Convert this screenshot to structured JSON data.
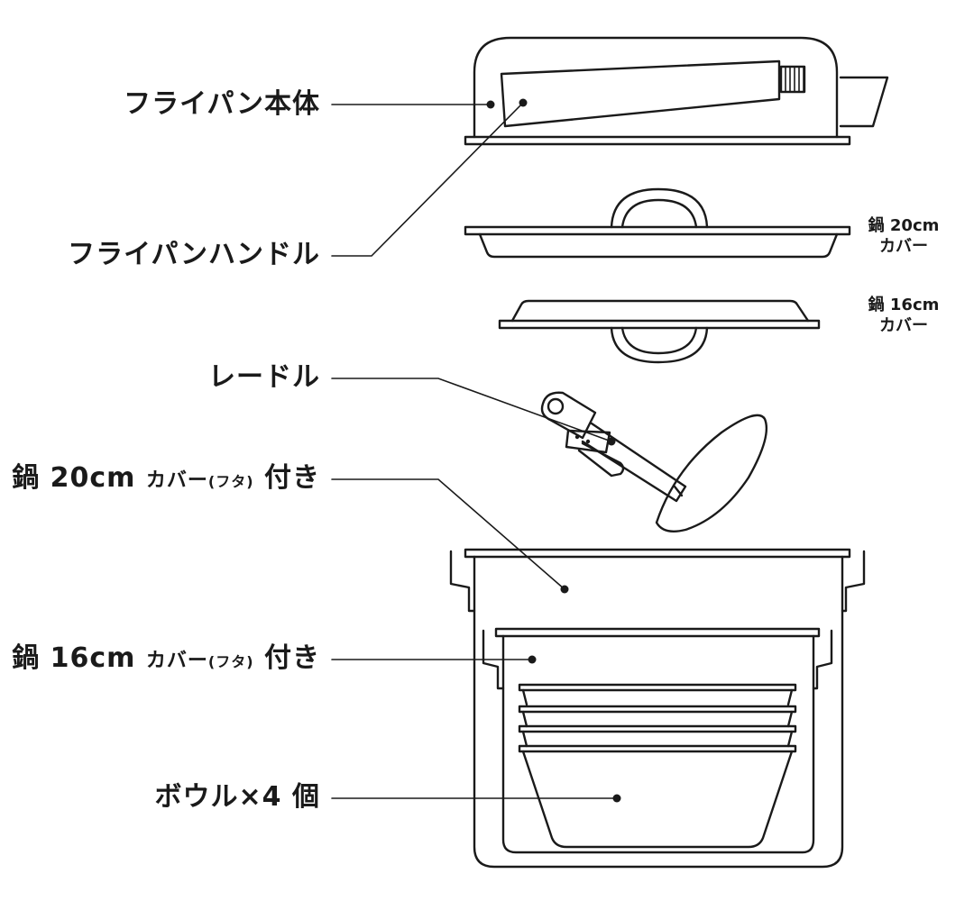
{
  "labels": {
    "frypan_body": "フライパン本体",
    "frypan_handle": "フライパンハンドル",
    "ladle": "レードル",
    "pot20": {
      "main": "鍋 20cm ",
      "cover": "カバー",
      "paren": "(フタ)",
      "tail": " 付き"
    },
    "pot16": {
      "main": "鍋 16cm ",
      "cover": "カバー",
      "paren": "(フタ)",
      "tail": " 付き"
    },
    "bowls": "ボウル×4 個"
  },
  "side_labels": {
    "cover20": {
      "line1": "鍋 20cm",
      "line2": "カバー"
    },
    "cover16": {
      "line1": "鍋 16cm",
      "line2": "カバー"
    }
  }
}
